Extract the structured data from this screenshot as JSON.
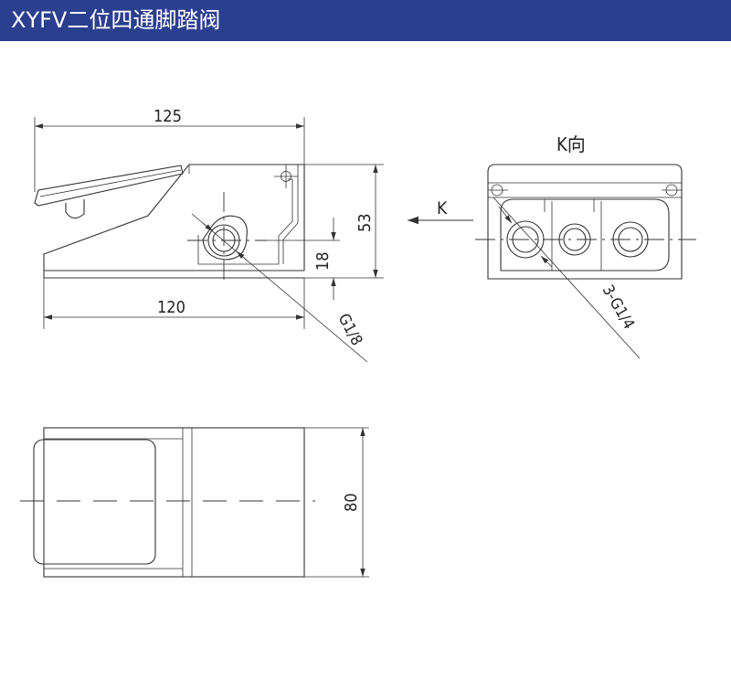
{
  "header": {
    "title": "XYFV二位四通脚踏阀",
    "background_color": "#2b3f8f",
    "text_color": "#ffffff"
  },
  "drawing": {
    "side_view": {
      "overall_length": "125",
      "base_length": "120",
      "height": "53",
      "port_height": "18",
      "port_label": "G1/8"
    },
    "k_view": {
      "title": "K向",
      "arrow_label": "K",
      "ports_label": "3-G1/4"
    },
    "top_view": {
      "width": "80"
    }
  }
}
